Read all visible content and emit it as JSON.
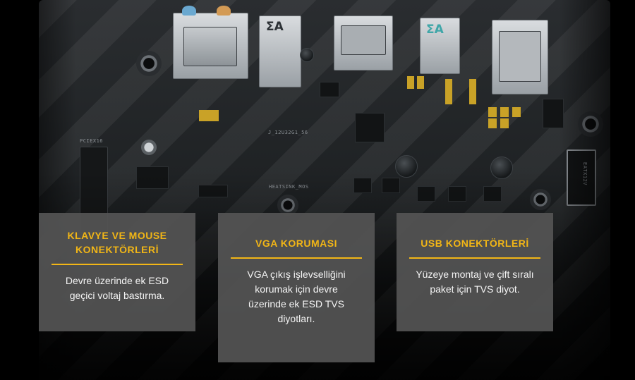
{
  "board_labels": {
    "pcie": "PCIEX16",
    "chip_label": "J_12U32G1_56",
    "heatsink": "HEATSINK_MOS",
    "eatx": "EATX12V",
    "usb_glyph": "ΣA"
  },
  "cards": [
    {
      "title": "KLAVYE VE MOUSE\nKONEKTÖRLERİ",
      "body": "Devre üzerinde ek ESD\ngeçici voltaj bastırma."
    },
    {
      "title": "VGA KORUMASI",
      "body": "VGA çıkış işlevselliğini\nkorumak için devre\nüzerinde ek ESD TVS\ndiyotları."
    },
    {
      "title": "USB KONEKTÖRLERİ",
      "body": "Yüzeye montaj ve çift sıralı\npaket için TVS diyot."
    }
  ],
  "colors": {
    "accent": "#f2b616",
    "card_bg": "#545454",
    "page_bg": "#000000"
  }
}
